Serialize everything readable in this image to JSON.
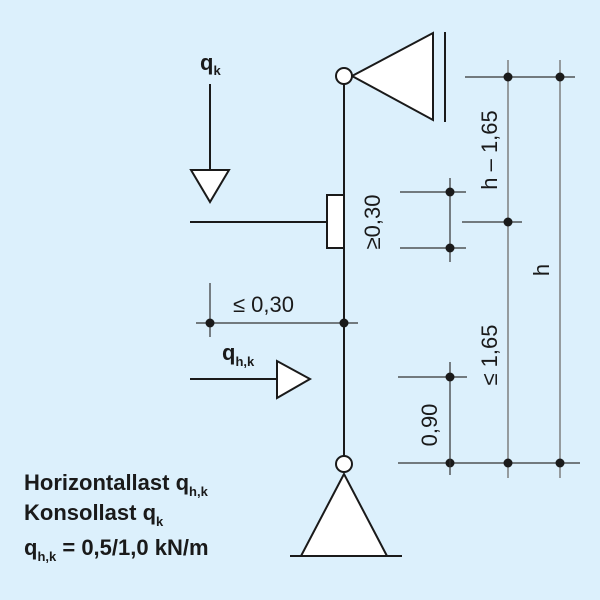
{
  "labels": {
    "qk": {
      "main": "q",
      "sub": "k"
    },
    "qhk": {
      "main": "q",
      "sub": "h,k"
    },
    "min_030": "≥0,30",
    "max_030": "≤ 0,30",
    "h_minus_165": "h – 1,65",
    "h": "h",
    "max_165": "≤ 1,65",
    "d090": "0,90"
  },
  "legend": {
    "line1": {
      "text": "Horizontallast q",
      "sub": "h,k"
    },
    "line2": {
      "text": "Konsollast q",
      "sub": "k"
    },
    "line3": {
      "main": "q",
      "sub": "h,k",
      "text": " = 0,5/1,0 kN/m"
    }
  },
  "colors": {
    "background": "#dcf0fc",
    "line": "#1a1a1a"
  }
}
